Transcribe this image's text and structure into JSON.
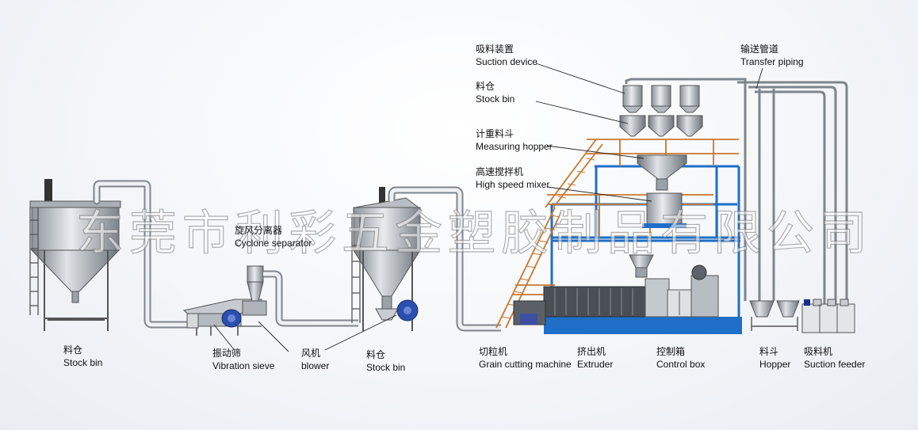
{
  "watermark": "东莞市利彩五金塑胶制品有限公司",
  "labels": {
    "suction_device": {
      "zh": "吸料装置",
      "en": "Suction device"
    },
    "stock_bin_top": {
      "zh": "料仓",
      "en": "Stock bin"
    },
    "measuring_hopper": {
      "zh": "计重料斗",
      "en": "Measuring hopper"
    },
    "high_speed_mixer": {
      "zh": "高速搅拌机",
      "en": "High speed mixer"
    },
    "transfer_piping": {
      "zh": "输送管道",
      "en": "Transfer piping"
    },
    "cyclone_separator": {
      "zh": "旋风分离器",
      "en": "Cyclone separator"
    },
    "stock_bin_left": {
      "zh": "料仓",
      "en": "Stock bin"
    },
    "vibration_sieve": {
      "zh": "振动筛",
      "en": "Vibration sieve"
    },
    "blower": {
      "zh": "风机",
      "en": "blower"
    },
    "stock_bin_mid": {
      "zh": "料仓",
      "en": "Stock bin"
    },
    "grain_cutting": {
      "zh": "切粒机",
      "en": "Grain cutting machine"
    },
    "extruder": {
      "zh": "挤出机",
      "en": "Extruder"
    },
    "control_box": {
      "zh": "控制箱",
      "en": "Control box"
    },
    "hopper": {
      "zh": "料斗",
      "en": "Hopper"
    },
    "suction_feeder": {
      "zh": "吸料机",
      "en": "Suction feeder"
    }
  },
  "colors": {
    "frame_blue": "#1f6fc8",
    "stair_orange": "#c9772e",
    "steel": "#9aa1a8",
    "blower_blue": "#2b4fb0"
  }
}
